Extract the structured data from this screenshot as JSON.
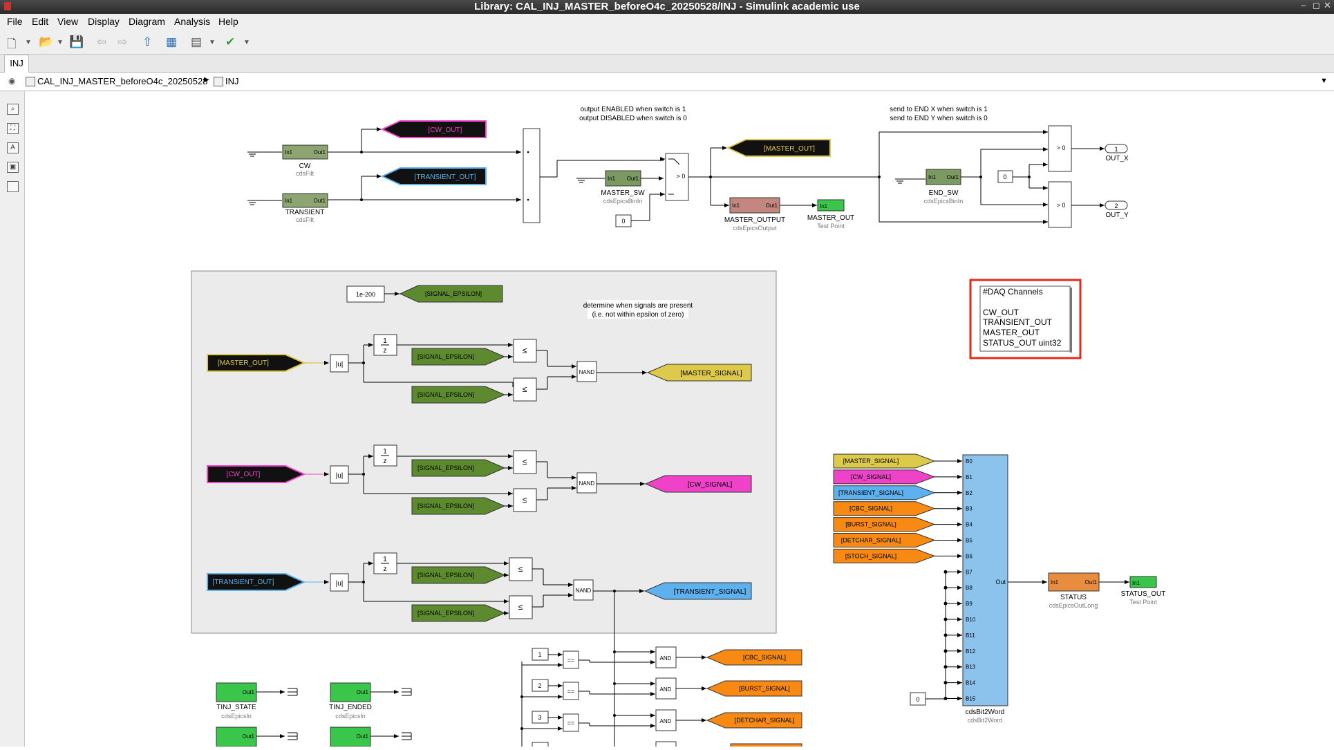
{
  "window": {
    "title": "Library: CAL_INJ_MASTER_beforeO4c_20250528/INJ - Simulink academic use",
    "controls": [
      "–",
      "◻",
      "✕"
    ]
  },
  "menu": [
    "File",
    "Edit",
    "View",
    "Display",
    "Diagram",
    "Analysis",
    "Help"
  ],
  "toolbar_icons": [
    "new-model-icon",
    "open-icon",
    "save-icon",
    "back-icon",
    "forward-icon",
    "up-icon",
    "library-browser-icon",
    "model-config-icon",
    "check-icon"
  ],
  "tabs": [
    "INJ"
  ],
  "breadcrumb": {
    "root": "CAL_INJ_MASTER_beforeO4c_20250528",
    "current": "INJ"
  },
  "canvas": {
    "annotations": {
      "output_enabled_1": "output ENABLED when switch is 1",
      "output_enabled_2": "output DISABLED when switch is 0",
      "send_end_1": "send to END X when switch is 1",
      "send_end_2": "send to END Y when switch is 0",
      "determine_1": "determine when signals are present",
      "determine_2": "(i.e. not within epsilon of zero)"
    },
    "goto_tags": {
      "cw_out": "[CW_OUT]",
      "transient_out": "[TRANSIENT_OUT]",
      "master_out": "[MASTER_OUT]",
      "signal_epsilon": "[SIGNAL_EPSILON]",
      "master_signal": "[MASTER_SIGNAL]",
      "cw_signal": "[CW_SIGNAL]",
      "transient_signal": "[TRANSIENT_SIGNAL]",
      "cbc_signal": "[CBC_SIGNAL]",
      "burst_signal": "[BURST_SIGNAL]",
      "detchar_signal": "[DETCHAR_SIGNAL]",
      "stoch_signal": "[STOCH_SIGNAL]"
    },
    "blocks": {
      "cw": {
        "name": "CW",
        "lib": "cdsFilt"
      },
      "transient": {
        "name": "TRANSIENT",
        "lib": "cdsFilt"
      },
      "master_sw": {
        "name": "MASTER_SW",
        "lib": "cdsEpicsBinIn"
      },
      "master_output": {
        "name": "MASTER_OUTPUT",
        "lib": "cdsEpicsOutput"
      },
      "master_out_tp": {
        "name": "MASTER_OUT",
        "lib": "Test Point"
      },
      "end_sw": {
        "name": "END_SW",
        "lib": "cdsEpicsBinIn"
      },
      "out_x": {
        "name": "OUT_X",
        "num": "1"
      },
      "out_y": {
        "name": "OUT_Y",
        "num": "2"
      },
      "status": {
        "name": "STATUS",
        "lib": "cdsEpicsOutLong"
      },
      "status_out_tp": {
        "name": "STATUS_OUT",
        "lib": "Test Point"
      },
      "bit2word": {
        "name": "cdsBit2Word",
        "lib": "cdsBit2Word"
      },
      "tinj_state": {
        "name": "TINJ_STATE",
        "lib": "cdsEpicsIn"
      },
      "tinj_ended": {
        "name": "TINJ_ENDED",
        "lib": "cdsEpicsIn"
      }
    },
    "ports": {
      "in1": "In1",
      "out1": "Out1",
      "out": "Out",
      "switch_cond": "> 0",
      "abs": "|u|",
      "delay_num": "1",
      "delay_den": "z",
      "le": "≤",
      "nand": "NAND",
      "and": "AND",
      "eq": "=="
    },
    "constants": {
      "zero": "0",
      "epsilon": "1e-200",
      "c1": "1",
      "c2": "2",
      "c3": "3"
    },
    "bit_labels": [
      "B0",
      "B1",
      "B2",
      "B3",
      "B4",
      "B5",
      "B6",
      "B7",
      "B8",
      "B9",
      "B10",
      "B11",
      "B12",
      "B13",
      "B14",
      "B15"
    ],
    "daq": {
      "title": "#DAQ Channels",
      "lines": [
        "CW_OUT",
        "TRANSIENT_OUT",
        "MASTER_OUT",
        "STATUS_OUT uint32"
      ]
    },
    "colors": {
      "black_tag": "#111111",
      "green_tag": "#5d8a2e",
      "yellow_tag": "#ddc94a",
      "magenta_tag": "#ef42c8",
      "blue_tag": "#5cb1ee",
      "orange_tag": "#f88a14",
      "lime_block": "#39c64a",
      "olive_block": "#7a9a62",
      "bit2word": "#8cc3ec",
      "daq_border": "#e32b1a"
    }
  }
}
